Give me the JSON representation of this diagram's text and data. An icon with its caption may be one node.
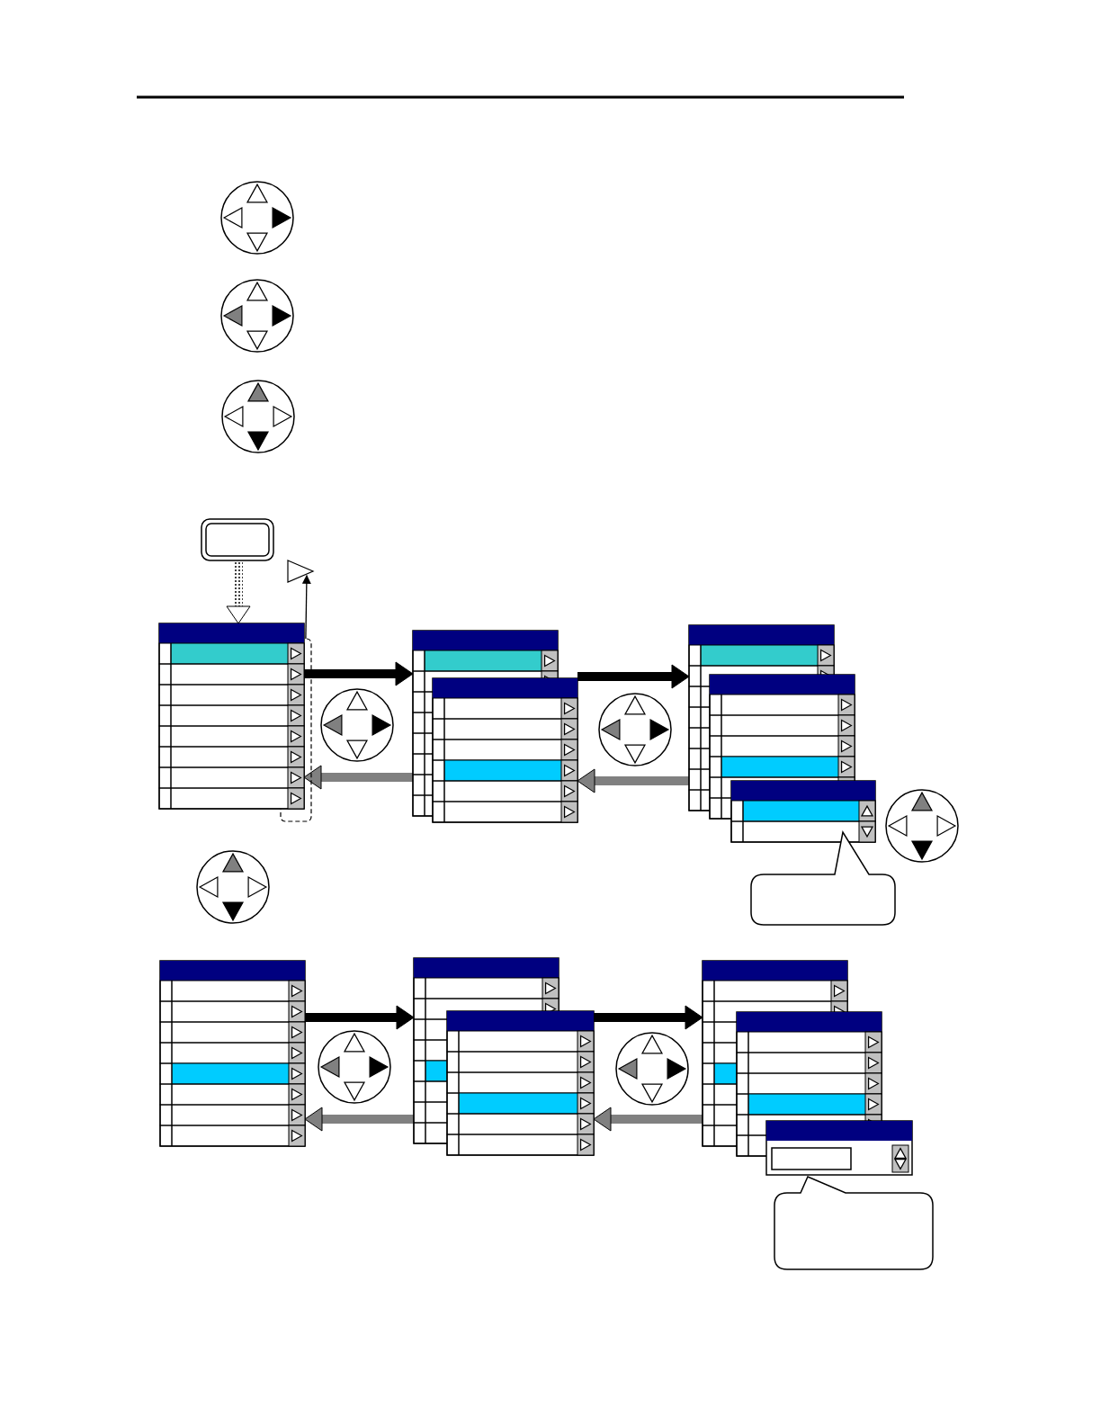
{
  "diagram": {
    "nodes": [
      {
        "text": [],
        "shape": "button"
      },
      {
        "text": [],
        "shape": "triangle"
      },
      {
        "text": [],
        "shape": "box"
      },
      {
        "text": [],
        "shape": "window"
      },
      {
        "text": [],
        "shape": "window"
      },
      {
        "text": [],
        "shape": "window"
      },
      {
        "text": [],
        "shape": "callout"
      },
      {
        "text": [],
        "shape": "window"
      },
      {
        "text": [],
        "shape": "window"
      },
      {
        "text": [],
        "shape": "window"
      },
      {
        "text": [],
        "shape": "callout"
      }
    ],
    "edges": [
      {
        "from": 0,
        "to": 3,
        "arrow": "to"
      },
      {
        "from": 2,
        "to": 1,
        "arrow": "to"
      },
      {
        "from": 3,
        "to": 4,
        "arrow": "to"
      },
      {
        "from": 4,
        "to": 3,
        "arrow": "to",
        "color": "#808080"
      },
      {
        "from": 4,
        "to": 5,
        "arrow": "to"
      },
      {
        "from": 5,
        "to": 4,
        "arrow": "to",
        "color": "#808080"
      },
      {
        "from": 7,
        "to": 8,
        "arrow": "to"
      },
      {
        "from": 8,
        "to": 7,
        "arrow": "to",
        "color": "#808080"
      },
      {
        "from": 8,
        "to": 9,
        "arrow": "to"
      },
      {
        "from": 9,
        "to": 8,
        "arrow": "to",
        "color": "#808080"
      }
    ]
  }
}
